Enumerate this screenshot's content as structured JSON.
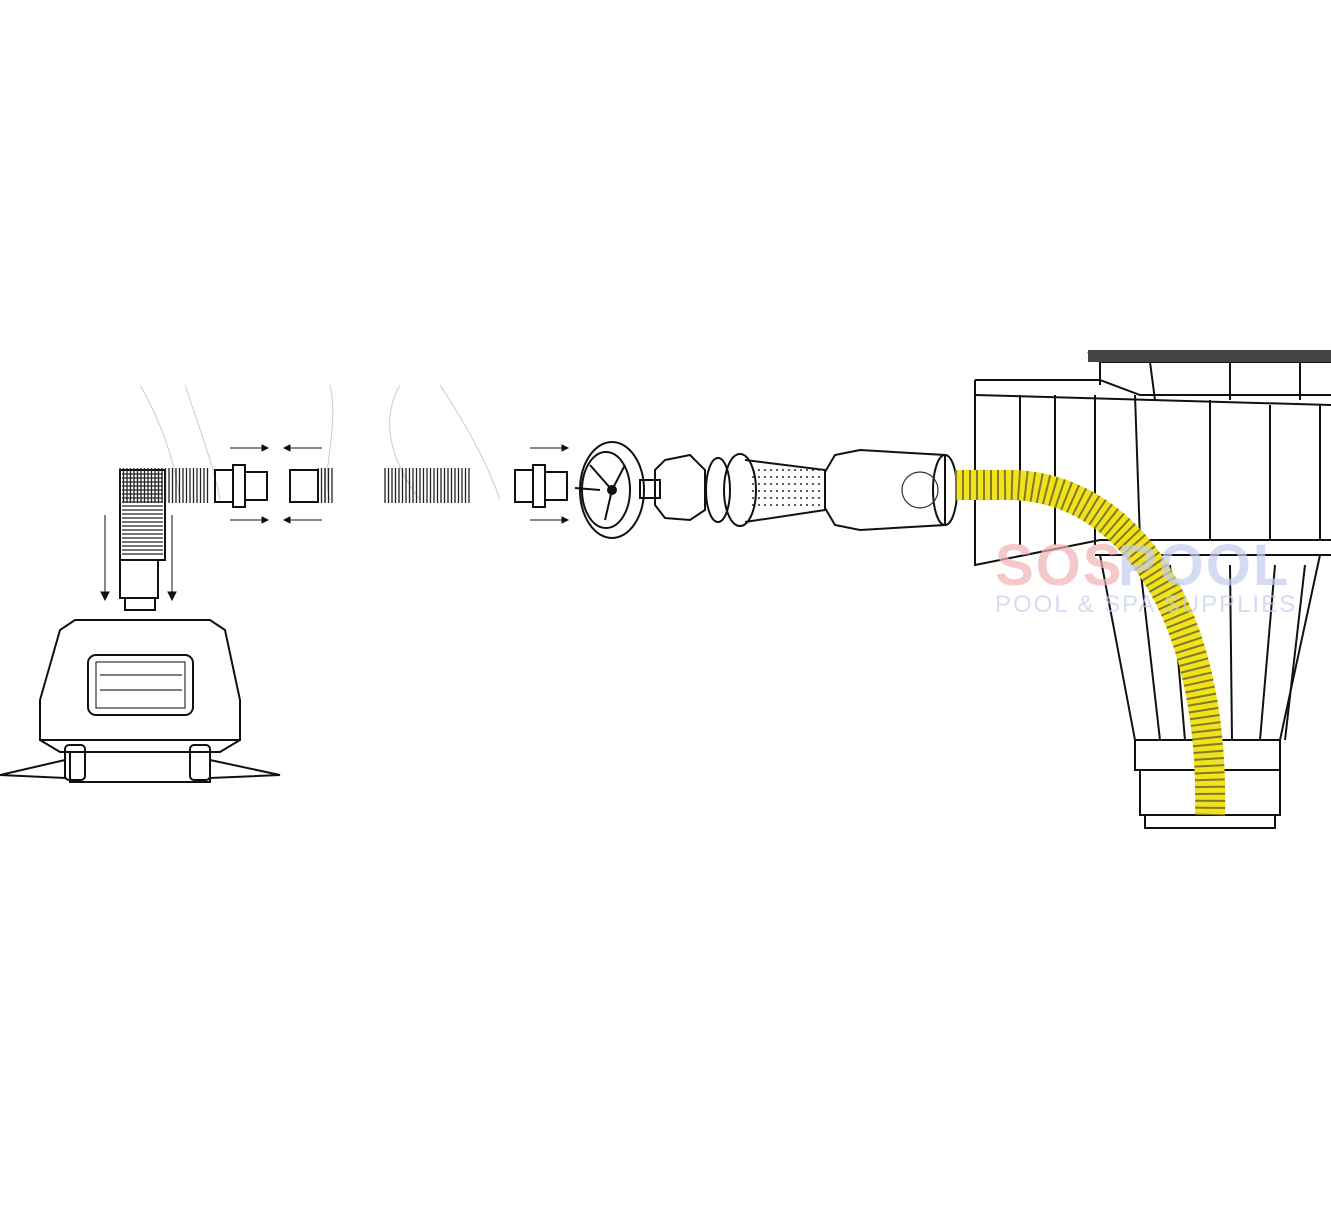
{
  "diagram": {
    "title": "Suction pool cleaner hose connection to skimmer",
    "watermark": {
      "brand_part1": "SOS",
      "brand_part2": "POOL",
      "tagline": "POOL & SPA SUPPLIES",
      "color_part1": "#f2b3b3",
      "color_part2": "#c5cdf0"
    },
    "colors": {
      "line": "#111111",
      "highlight_hose": "#f2e21a"
    }
  }
}
